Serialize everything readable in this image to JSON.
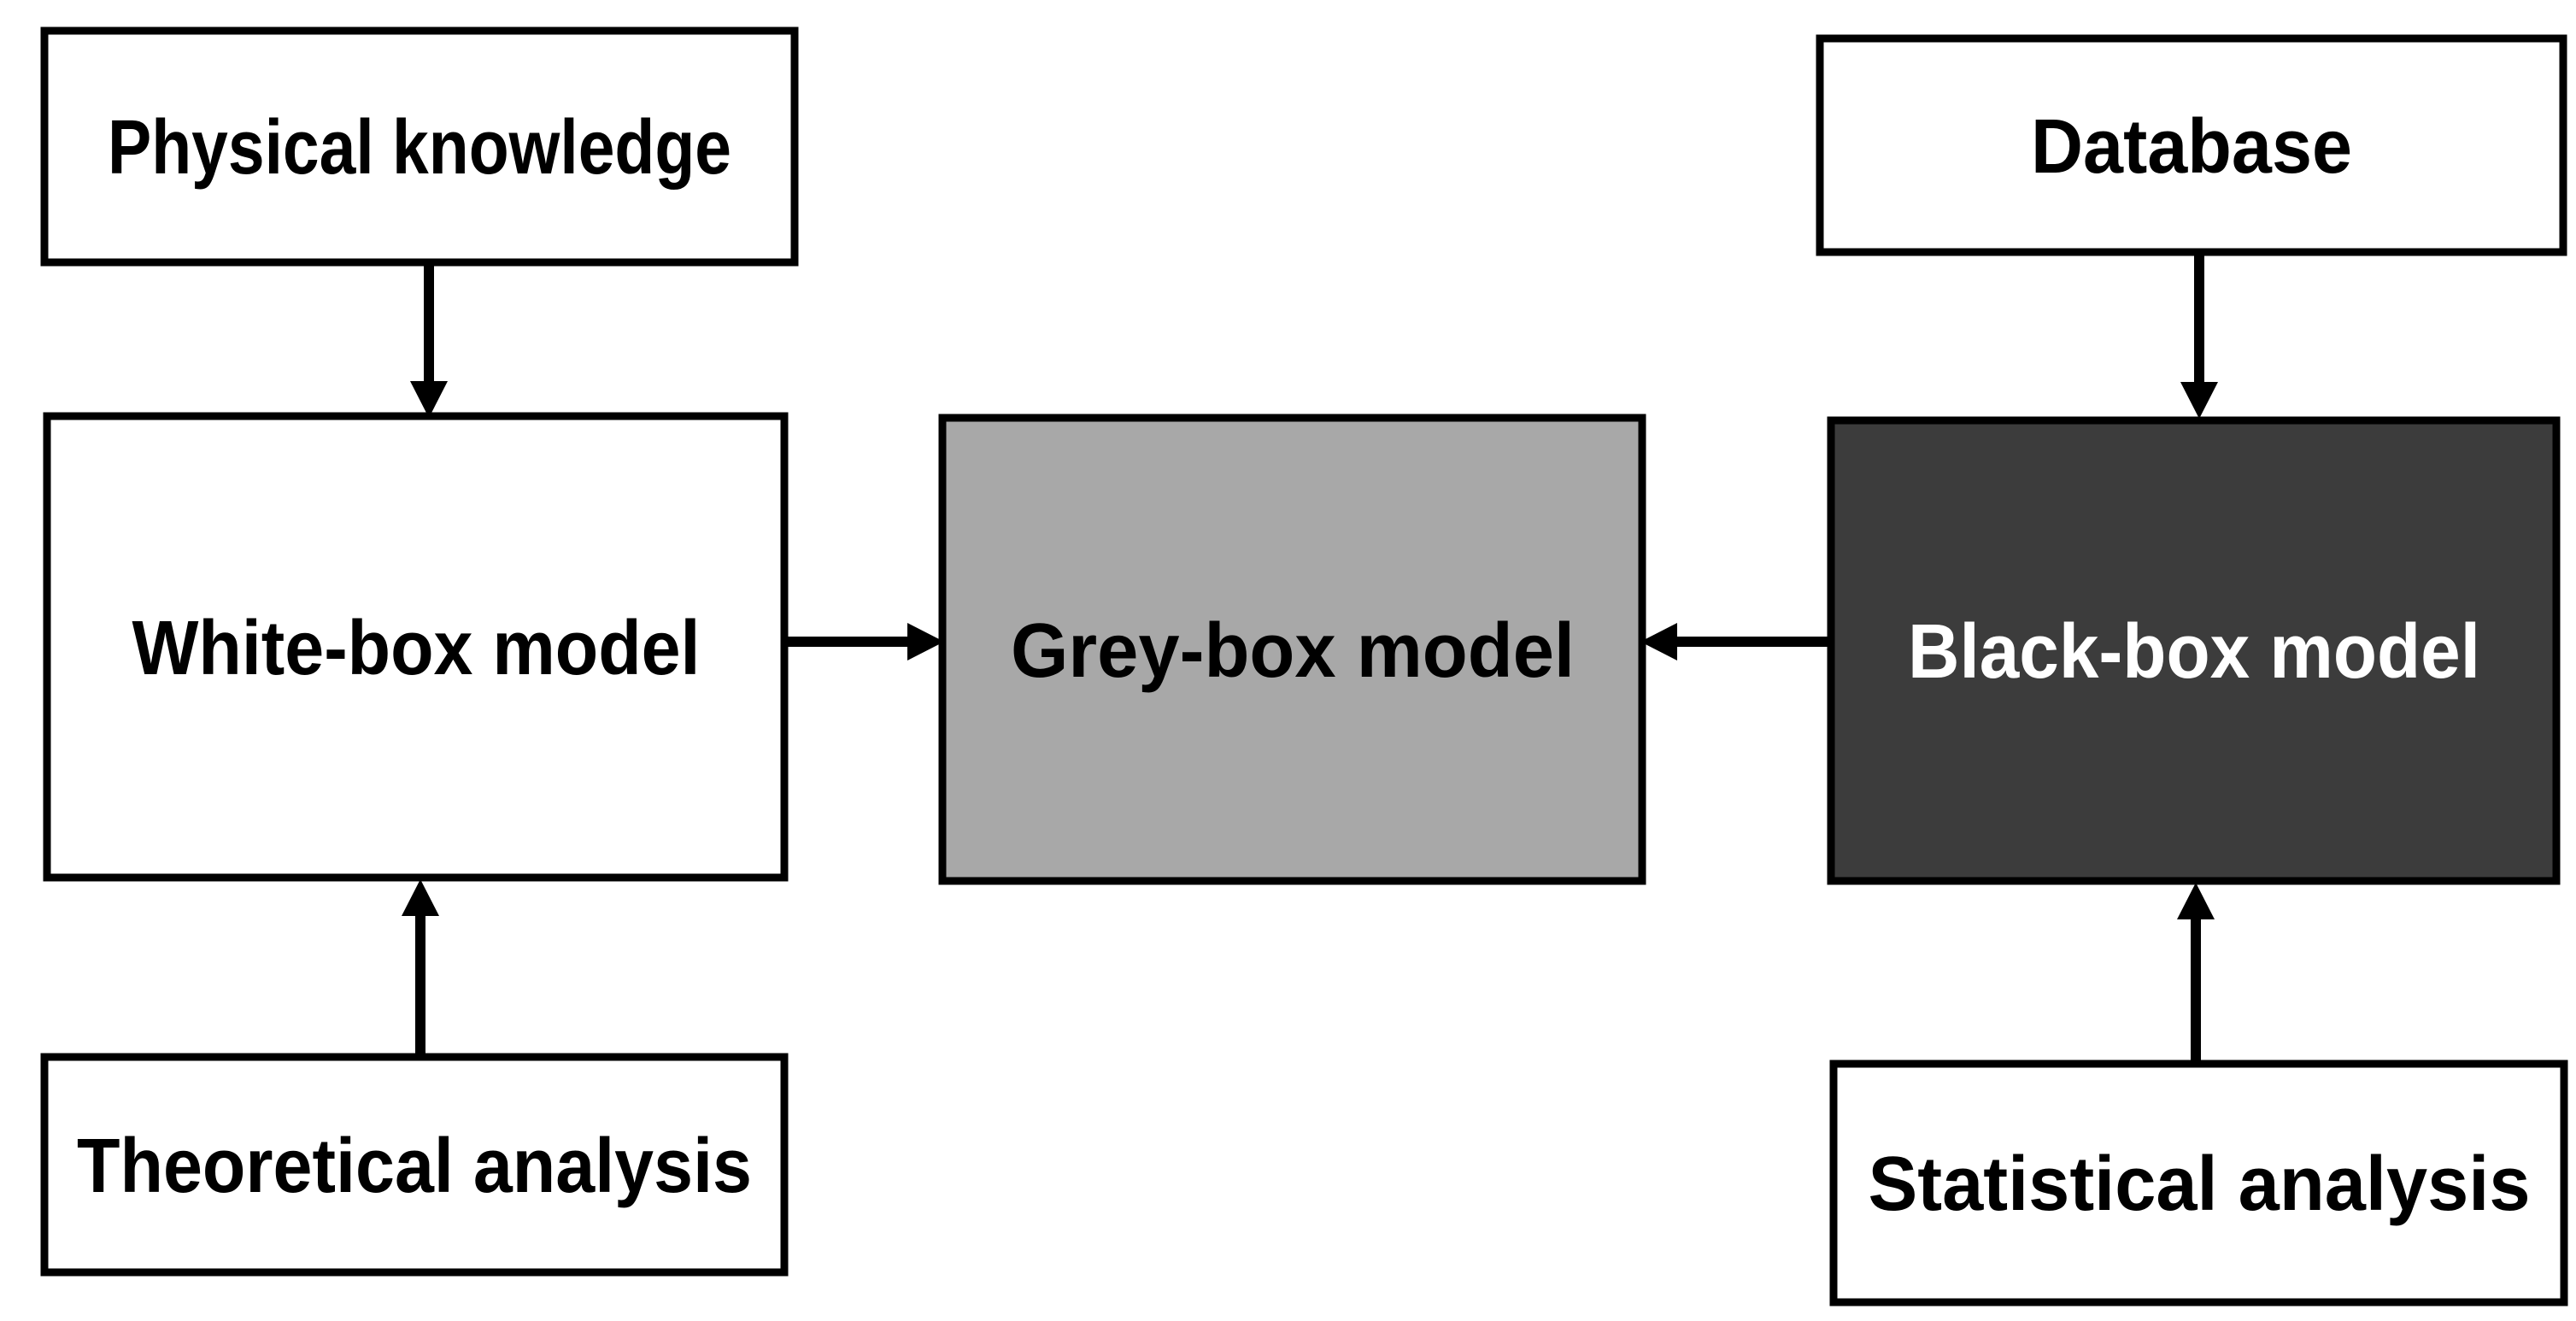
{
  "figure": {
    "type": "block-diagram",
    "background": "#ffffff",
    "border_color": "#000000",
    "arrow_color": "#000000",
    "nodes": {
      "physical_knowledge": {
        "label": "Physical knowledge",
        "fill": "#ffffff",
        "text_color": "#000000"
      },
      "white_box_model": {
        "label": "White-box model",
        "fill": "#ffffff",
        "text_color": "#000000"
      },
      "theoretical_analysis": {
        "label": "Theoretical analysis",
        "fill": "#ffffff",
        "text_color": "#000000"
      },
      "grey_box_model": {
        "label": "Grey-box model",
        "fill": "#a8a8a8",
        "text_color": "#000000"
      },
      "black_box_model": {
        "label": "Black-box model",
        "fill": "#3c3c3c",
        "text_color": "#ffffff"
      },
      "database": {
        "label": "Database",
        "fill": "#ffffff",
        "text_color": "#000000"
      },
      "statistical_analysis": {
        "label": "Statistical analysis",
        "fill": "#ffffff",
        "text_color": "#000000"
      }
    },
    "edges": [
      {
        "from": "physical_knowledge",
        "to": "white_box_model",
        "direction": "down"
      },
      {
        "from": "theoretical_analysis",
        "to": "white_box_model",
        "direction": "up"
      },
      {
        "from": "white_box_model",
        "to": "grey_box_model",
        "direction": "right"
      },
      {
        "from": "black_box_model",
        "to": "grey_box_model",
        "direction": "left"
      },
      {
        "from": "database",
        "to": "black_box_model",
        "direction": "down"
      },
      {
        "from": "statistical_analysis",
        "to": "black_box_model",
        "direction": "up"
      }
    ]
  }
}
